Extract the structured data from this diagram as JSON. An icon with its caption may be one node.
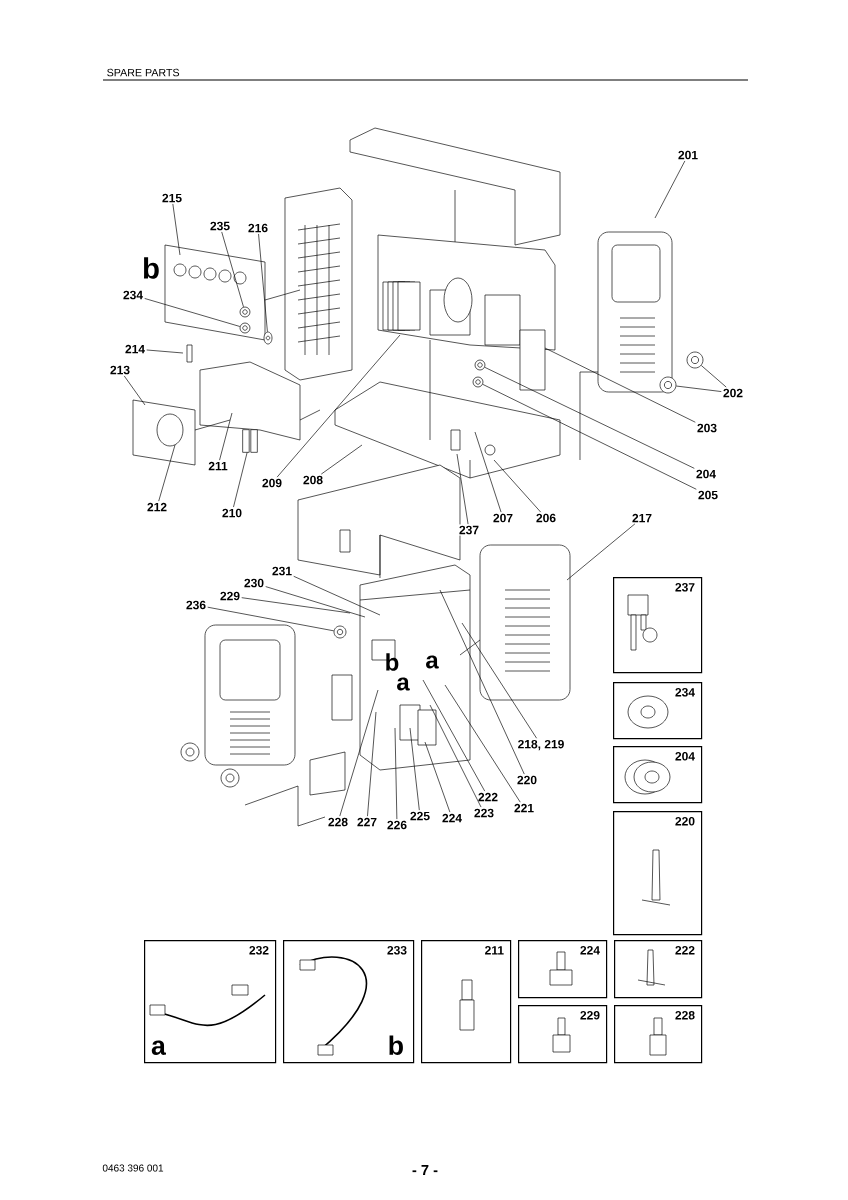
{
  "diagram": {
    "title": "SPARE PARTS",
    "nodes": [
      {
        "text": [
          "201"
        ]
      },
      {
        "text": [
          "202"
        ]
      },
      {
        "text": [
          "203"
        ]
      },
      {
        "text": [
          "204"
        ]
      },
      {
        "text": [
          "205"
        ]
      },
      {
        "text": [
          "206"
        ]
      },
      {
        "text": [
          "207"
        ]
      },
      {
        "text": [
          "237"
        ]
      },
      {
        "text": [
          "208"
        ]
      },
      {
        "text": [
          "209"
        ]
      },
      {
        "text": [
          "210"
        ]
      },
      {
        "text": [
          "211"
        ]
      },
      {
        "text": [
          "212"
        ]
      },
      {
        "text": [
          "213"
        ]
      },
      {
        "text": [
          "214"
        ]
      },
      {
        "text": [
          "234"
        ]
      },
      {
        "text": [
          "235"
        ]
      },
      {
        "text": [
          "216"
        ]
      },
      {
        "text": [
          "215"
        ]
      },
      {
        "text": [
          "217"
        ]
      },
      {
        "text": [
          "231"
        ]
      },
      {
        "text": [
          "230"
        ]
      },
      {
        "text": [
          "229"
        ]
      },
      {
        "text": [
          "236"
        ]
      },
      {
        "text": [
          "218, 219"
        ]
      },
      {
        "text": [
          "220"
        ]
      },
      {
        "text": [
          "221"
        ]
      },
      {
        "text": [
          "222"
        ]
      },
      {
        "text": [
          "223"
        ]
      },
      {
        "text": [
          "224"
        ]
      },
      {
        "text": [
          "225"
        ]
      },
      {
        "text": [
          "226"
        ]
      },
      {
        "text": [
          "227"
        ]
      },
      {
        "text": [
          "228"
        ]
      },
      {
        "text": [
          "237"
        ]
      },
      {
        "text": [
          "234"
        ]
      },
      {
        "text": [
          "204"
        ]
      },
      {
        "text": [
          "220"
        ]
      },
      {
        "text": [
          "232",
          "a"
        ]
      },
      {
        "text": [
          "233",
          "b"
        ]
      },
      {
        "text": [
          "211"
        ]
      },
      {
        "text": [
          "224"
        ]
      },
      {
        "text": [
          "222"
        ]
      },
      {
        "text": [
          "229"
        ]
      },
      {
        "text": [
          "228"
        ]
      },
      {
        "text": [],
        "shape": "circle"
      },
      {
        "text": [],
        "shape": "circle"
      },
      {
        "text": [],
        "shape": "circle"
      },
      {
        "text": [],
        "shape": "circle"
      },
      {
        "text": [],
        "shape": "circle"
      },
      {
        "text": [],
        "shape": "circle"
      },
      {
        "text": [],
        "shape": "circle"
      },
      {
        "text": [],
        "shape": "circle"
      },
      {
        "text": [],
        "shape": "cylinder"
      }
    ],
    "edges": [
      {
        "from": 0,
        "to": null,
        "arrow": "none"
      },
      {
        "from": 1,
        "to": 45,
        "arrow": "none"
      },
      {
        "from": 1,
        "to": 46,
        "arrow": "none"
      },
      {
        "from": 2,
        "to": null,
        "arrow": "none"
      },
      {
        "from": 3,
        "to": 47,
        "arrow": "none"
      },
      {
        "from": 4,
        "to": 48,
        "arrow": "none"
      },
      {
        "from": 5,
        "to": null,
        "arrow": "none"
      },
      {
        "from": 6,
        "to": null,
        "arrow": "none"
      },
      {
        "from": 7,
        "to": null,
        "arrow": "none"
      },
      {
        "from": 8,
        "to": null,
        "arrow": "none"
      },
      {
        "from": 9,
        "to": null,
        "arrow": "none"
      },
      {
        "from": 10,
        "to": 53,
        "arrow": "none"
      },
      {
        "from": 11,
        "to": null,
        "arrow": "none"
      },
      {
        "from": 12,
        "to": null,
        "arrow": "none"
      },
      {
        "from": 13,
        "to": null,
        "arrow": "none"
      },
      {
        "from": 14,
        "to": null,
        "arrow": "none"
      },
      {
        "from": 15,
        "to": 50,
        "arrow": "none"
      },
      {
        "from": 16,
        "to": 49,
        "arrow": "none"
      },
      {
        "from": 17,
        "to": 51,
        "arrow": "none"
      },
      {
        "from": 18,
        "to": null,
        "arrow": "none"
      },
      {
        "from": 19,
        "to": null,
        "arrow": "none"
      },
      {
        "from": 20,
        "to": null,
        "arrow": "none"
      },
      {
        "from": 21,
        "to": null,
        "arrow": "none"
      },
      {
        "from": 22,
        "to": null,
        "arrow": "none"
      },
      {
        "from": 23,
        "to": 52,
        "arrow": "none"
      },
      {
        "from": 24,
        "to": null,
        "arrow": "none"
      },
      {
        "from": 25,
        "to": null,
        "arrow": "none"
      },
      {
        "from": 26,
        "to": null,
        "arrow": "none"
      },
      {
        "from": 27,
        "to": null,
        "arrow": "none"
      },
      {
        "from": 28,
        "to": null,
        "arrow": "none"
      },
      {
        "from": 29,
        "to": null,
        "arrow": "none"
      },
      {
        "from": 30,
        "to": null,
        "arrow": "none"
      },
      {
        "from": 31,
        "to": null,
        "arrow": "none"
      },
      {
        "from": 32,
        "to": null,
        "arrow": "none"
      },
      {
        "from": 33,
        "to": null,
        "arrow": "none"
      }
    ],
    "labels": [
      "b",
      "b",
      "a",
      "a",
      "0463 396 001",
      "- 7 -"
    ]
  }
}
